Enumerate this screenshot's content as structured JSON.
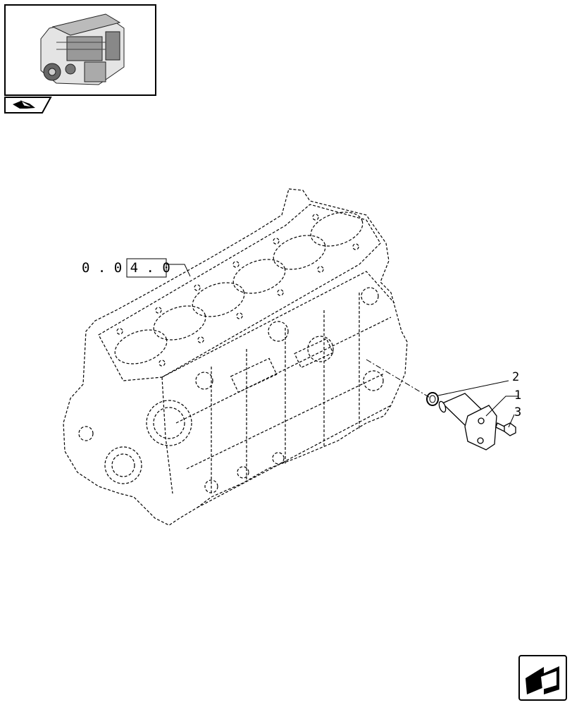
{
  "thumbnail": {
    "icon": "engine-thumbnail-icon"
  },
  "nav": {
    "book_icon": "open-book-icon",
    "next_icon": "next-page-arrow-icon"
  },
  "reference": {
    "text": "0 . 0 4 . 0"
  },
  "callouts": [
    {
      "number": "1"
    },
    {
      "number": "2"
    },
    {
      "number": "3"
    }
  ]
}
